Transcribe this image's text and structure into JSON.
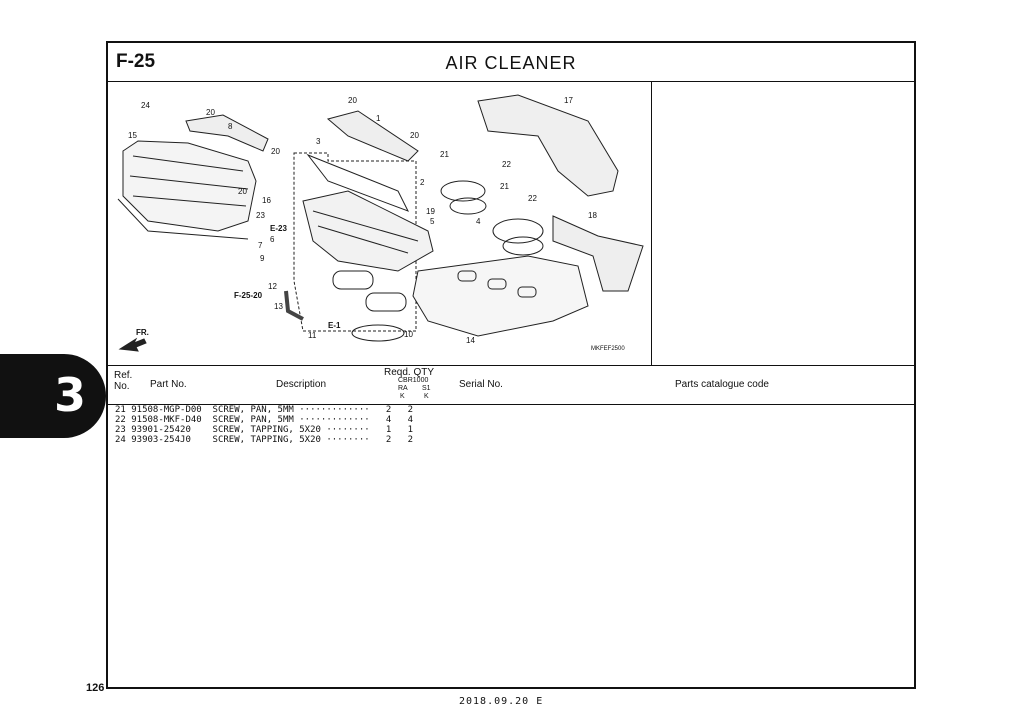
{
  "header": {
    "section_code": "F-25",
    "title": "AIR  CLEANER"
  },
  "diagram": {
    "code": "MKFEF2500",
    "callouts": [
      "24",
      "20",
      "8",
      "15",
      "20",
      "1",
      "20",
      "17",
      "3",
      "21",
      "22",
      "20",
      "2",
      "21",
      "16",
      "22",
      "23",
      "19",
      "5",
      "E-23",
      "4",
      "18",
      "6",
      "7",
      "9",
      "12",
      "F-25-20",
      "13",
      "E-1",
      "11",
      "10",
      "14",
      "FR."
    ]
  },
  "columns": {
    "ref_no": "Ref.\nNo.",
    "ref_line1": "Ref.",
    "ref_line2": "No.",
    "part_no": "Part No.",
    "description": "Description",
    "reqd_qty": "Reqd.  QTY",
    "model": "CBR1000",
    "variant_ra": "RA",
    "variant_s1": "S1",
    "k1": "K",
    "k2": "K",
    "serial_no": "Serial No.",
    "catalogue_code": "Parts catalogue code"
  },
  "parts": [
    {
      "line": "21 91508-MGP-D00  SCREW, PAN, 5MM ·············   2   2"
    },
    {
      "line": "22 91508-MKF-D40  SCREW, PAN, 5MM ·············   4   4"
    },
    {
      "line": "23 93901-25420    SCREW, TAPPING, 5X20 ········   1   1"
    },
    {
      "line": "24 93903-254J0    SCREW, TAPPING, 5X20 ········   2   2"
    }
  ],
  "page_number": "126",
  "footer_date": "2018.09.20    E",
  "section_tab": "3"
}
